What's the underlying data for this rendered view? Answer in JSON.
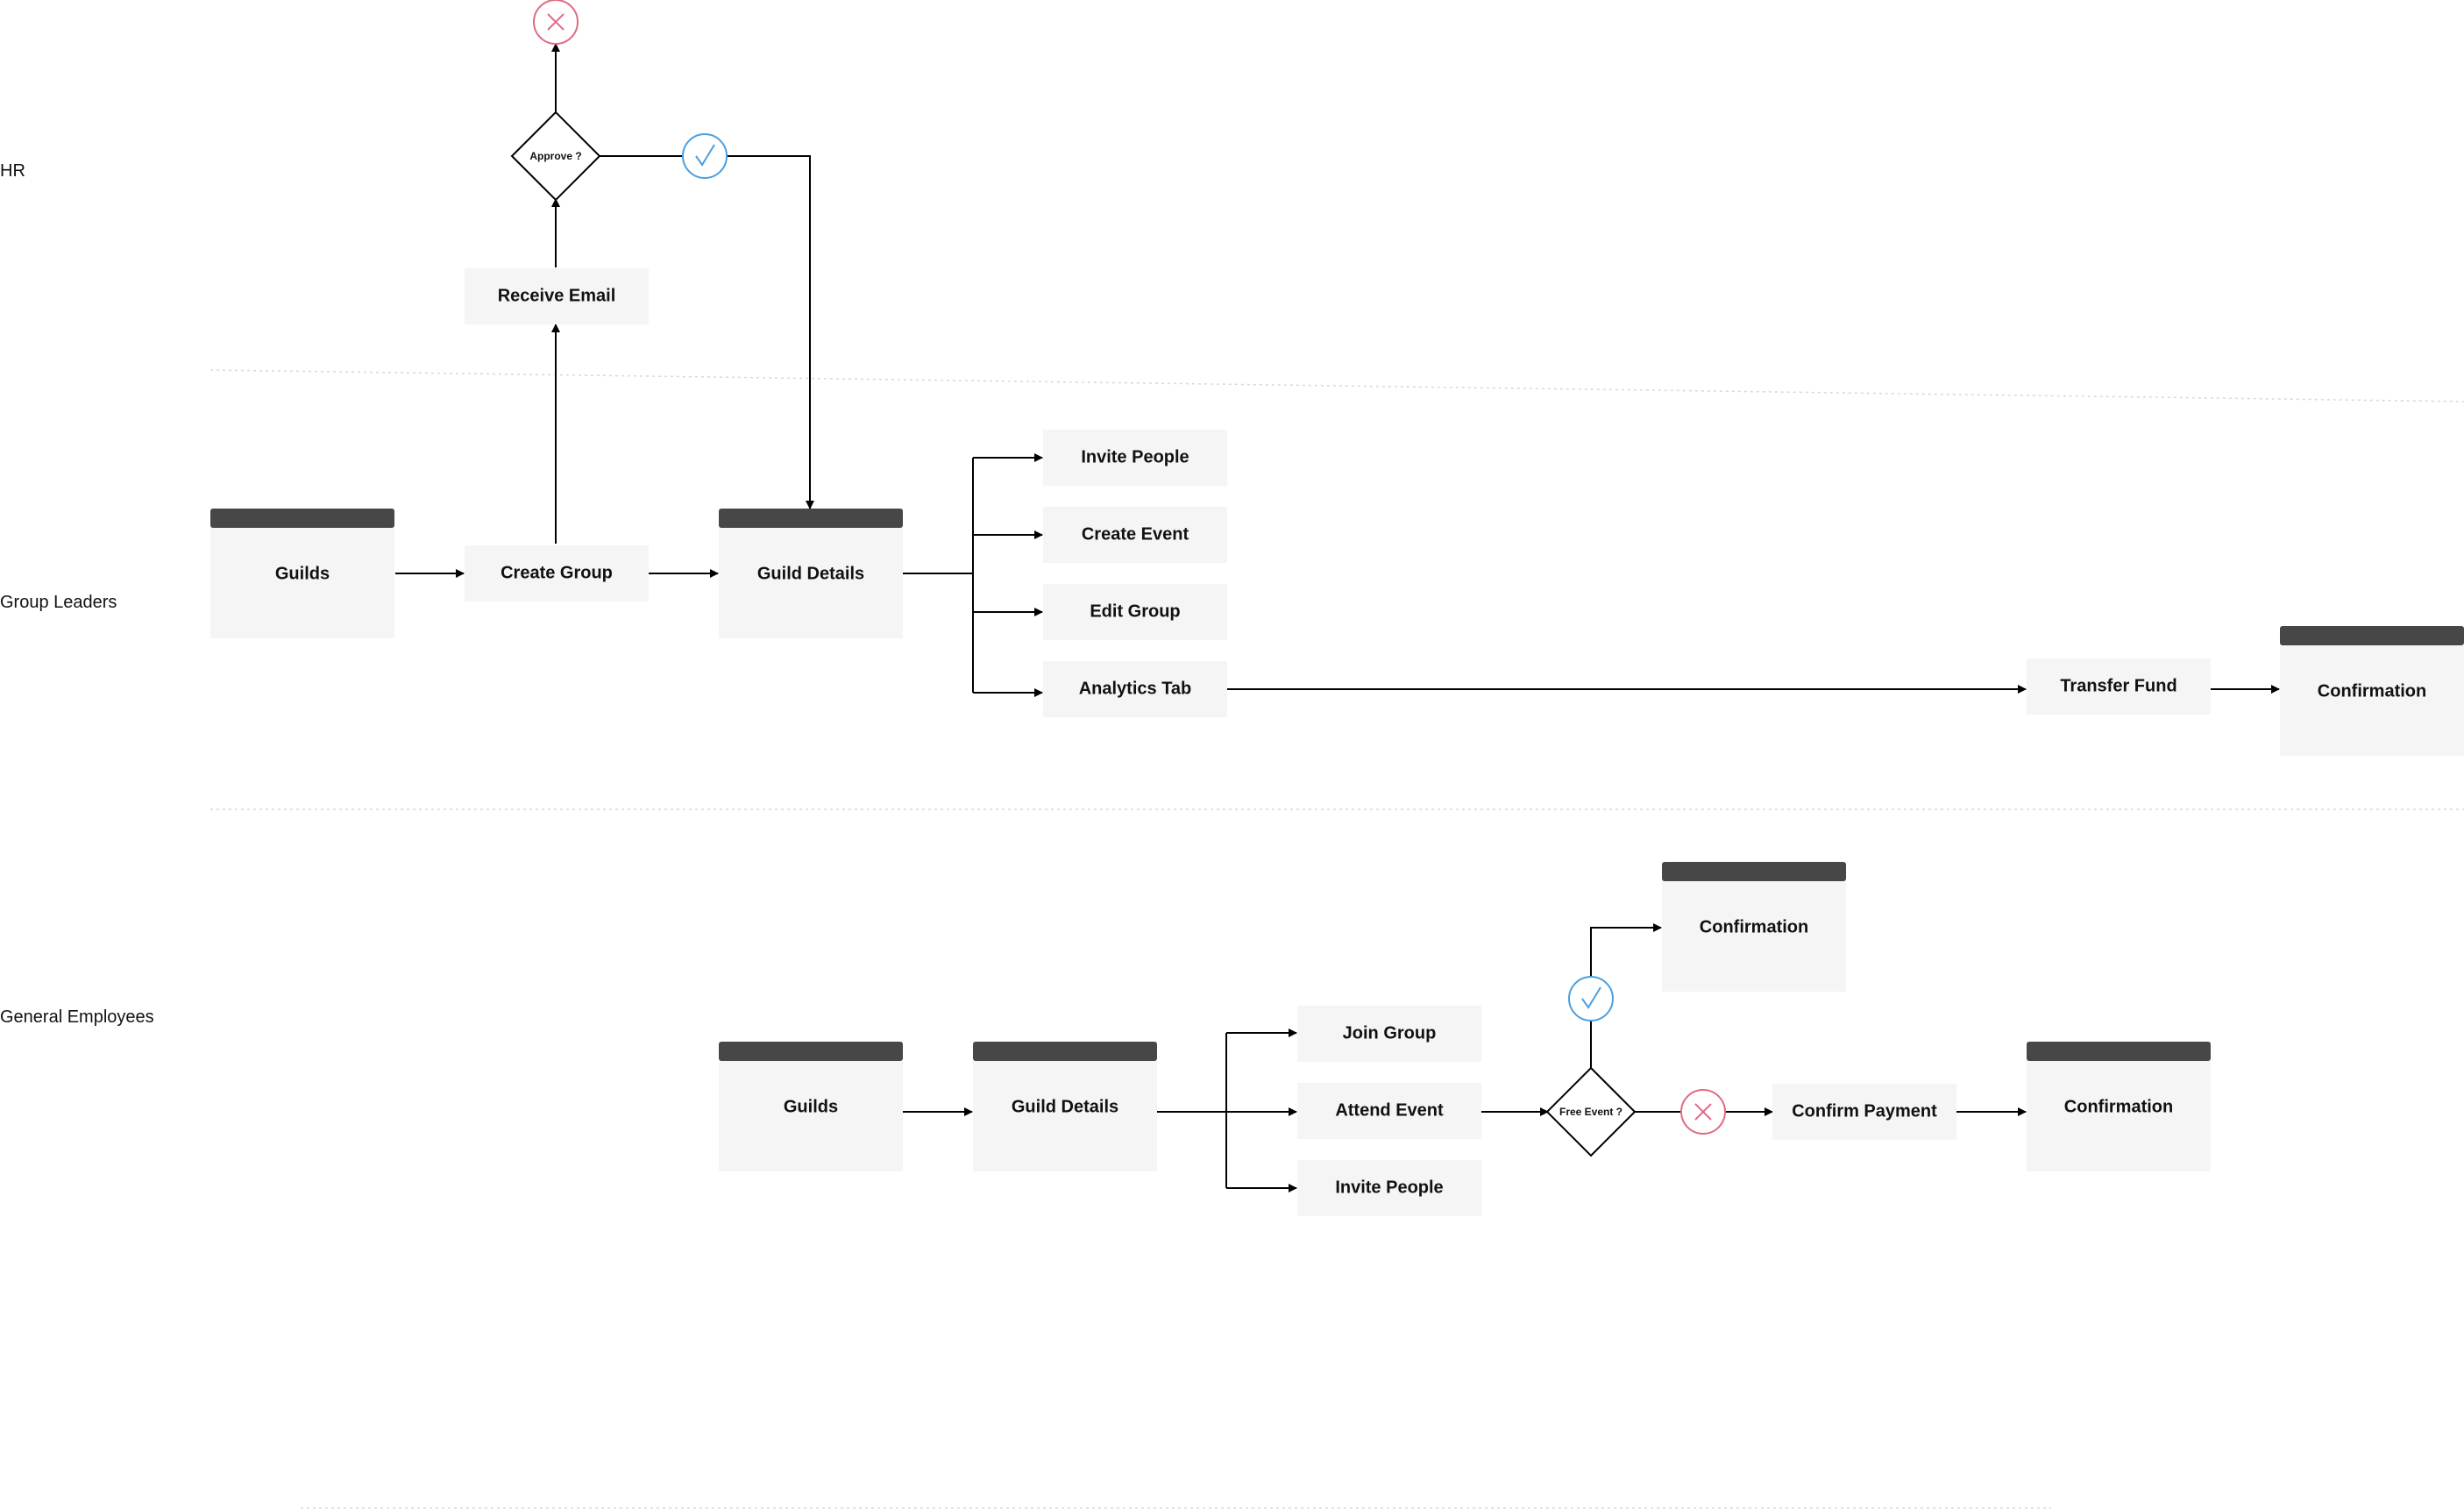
{
  "colors": {
    "node_fill": "#f5f5f5",
    "screen_header": "#474747",
    "edge": "#000000",
    "approve": "#4a9fe0",
    "reject": "#e06a84",
    "divider": "#d8d8d8"
  },
  "lanes": [
    {
      "id": "hr",
      "label": "HR"
    },
    {
      "id": "leaders",
      "label": "Group Leaders"
    },
    {
      "id": "employees",
      "label": "General Employees"
    }
  ],
  "hr": {
    "receive_email": "Receive Email",
    "approve_decision": "Approve ?",
    "approved_icon": "check-circle-icon",
    "rejected_icon": "x-circle-icon"
  },
  "leaders": {
    "guilds": "Guilds",
    "create_group": "Create Group",
    "guild_details": "Guild Details",
    "invite_people": "Invite People",
    "create_event": "Create Event",
    "edit_group": "Edit Group",
    "analytics_tab": "Analytics Tab",
    "transfer_fund": "Transfer Fund",
    "confirmation": "Confirmation"
  },
  "employees": {
    "guilds": "Guilds",
    "guild_details": "Guild Details",
    "join_group": "Join Group",
    "attend_event": "Attend Event",
    "invite_people": "Invite People",
    "free_event_decision": "Free Event ?",
    "free_confirmation": "Confirmation",
    "confirm_payment": "Confirm Payment",
    "paid_confirmation": "Confirmation",
    "free_icon": "check-circle-icon",
    "paid_icon": "x-circle-icon"
  }
}
